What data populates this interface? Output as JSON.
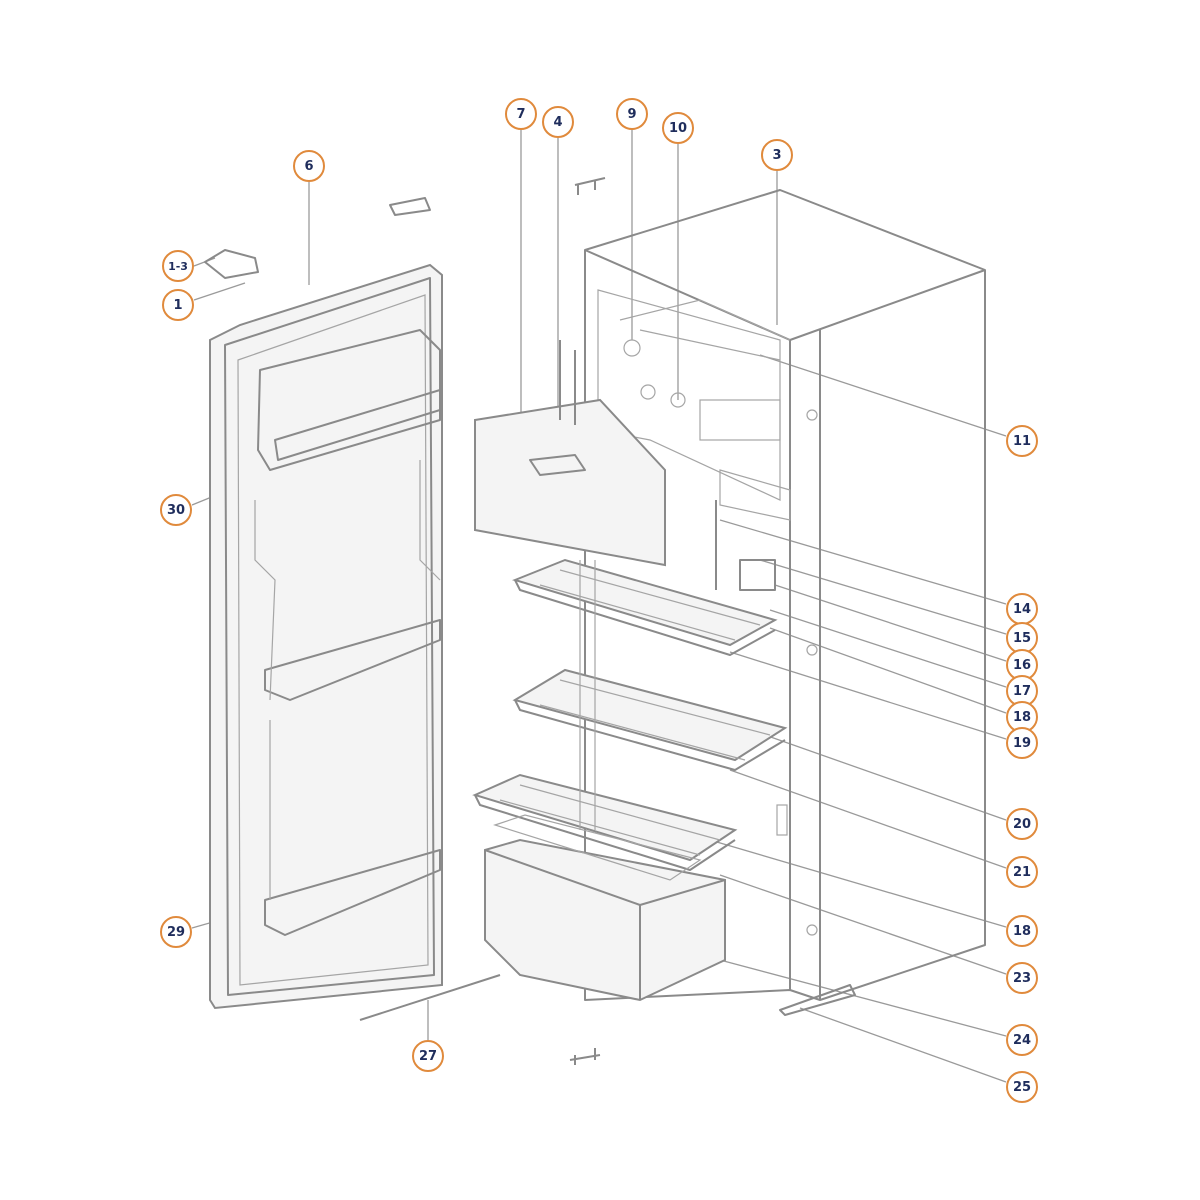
{
  "diagram": {
    "title": "",
    "colors": {
      "callout_ring": "#e08a3c",
      "callout_text": "#1f2d5c",
      "line": "#8a8a8a"
    },
    "callouts": [
      {
        "id": "c1-3",
        "label": "1-3"
      },
      {
        "id": "c1",
        "label": "1"
      },
      {
        "id": "c6",
        "label": "6"
      },
      {
        "id": "c7",
        "label": "7"
      },
      {
        "id": "c4",
        "label": "4"
      },
      {
        "id": "c9",
        "label": "9"
      },
      {
        "id": "c10",
        "label": "10"
      },
      {
        "id": "c3",
        "label": "3"
      },
      {
        "id": "c11",
        "label": "11"
      },
      {
        "id": "c30",
        "label": "30"
      },
      {
        "id": "c14",
        "label": "14"
      },
      {
        "id": "c15",
        "label": "15"
      },
      {
        "id": "c16",
        "label": "16"
      },
      {
        "id": "c17",
        "label": "17"
      },
      {
        "id": "c18a",
        "label": "18"
      },
      {
        "id": "c19",
        "label": "19"
      },
      {
        "id": "c20",
        "label": "20"
      },
      {
        "id": "c21",
        "label": "21"
      },
      {
        "id": "c18b",
        "label": "18"
      },
      {
        "id": "c29",
        "label": "29"
      },
      {
        "id": "c23",
        "label": "23"
      },
      {
        "id": "c24",
        "label": "24"
      },
      {
        "id": "c27",
        "label": "27"
      },
      {
        "id": "c25",
        "label": "25"
      }
    ]
  }
}
